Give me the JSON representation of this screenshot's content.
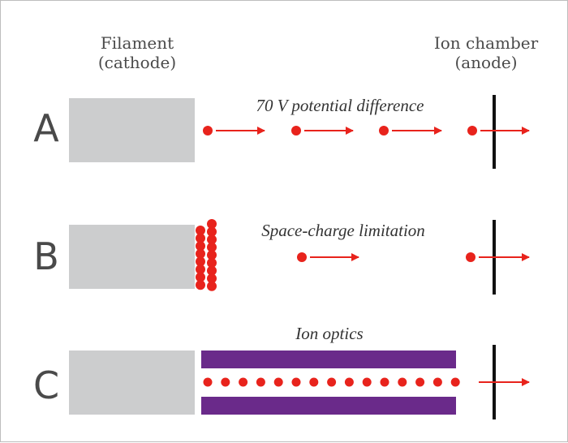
{
  "headers": {
    "filament_line1": "Filament",
    "filament_line2": "(cathode)",
    "ion_chamber_line1": "Ion chamber",
    "ion_chamber_line2": "(anode)"
  },
  "rows": [
    {
      "letter": "A",
      "caption": "70 V potential difference"
    },
    {
      "letter": "B",
      "caption": "Space-charge limitation"
    },
    {
      "letter": "C",
      "caption": "Ion optics"
    }
  ],
  "colors": {
    "electron": "#e8231c",
    "arrow": "#e8231c",
    "filament": "#cccdce",
    "ion_optics": "#6a2a8a",
    "anode": "#111111",
    "text": "#4a4a4a"
  }
}
